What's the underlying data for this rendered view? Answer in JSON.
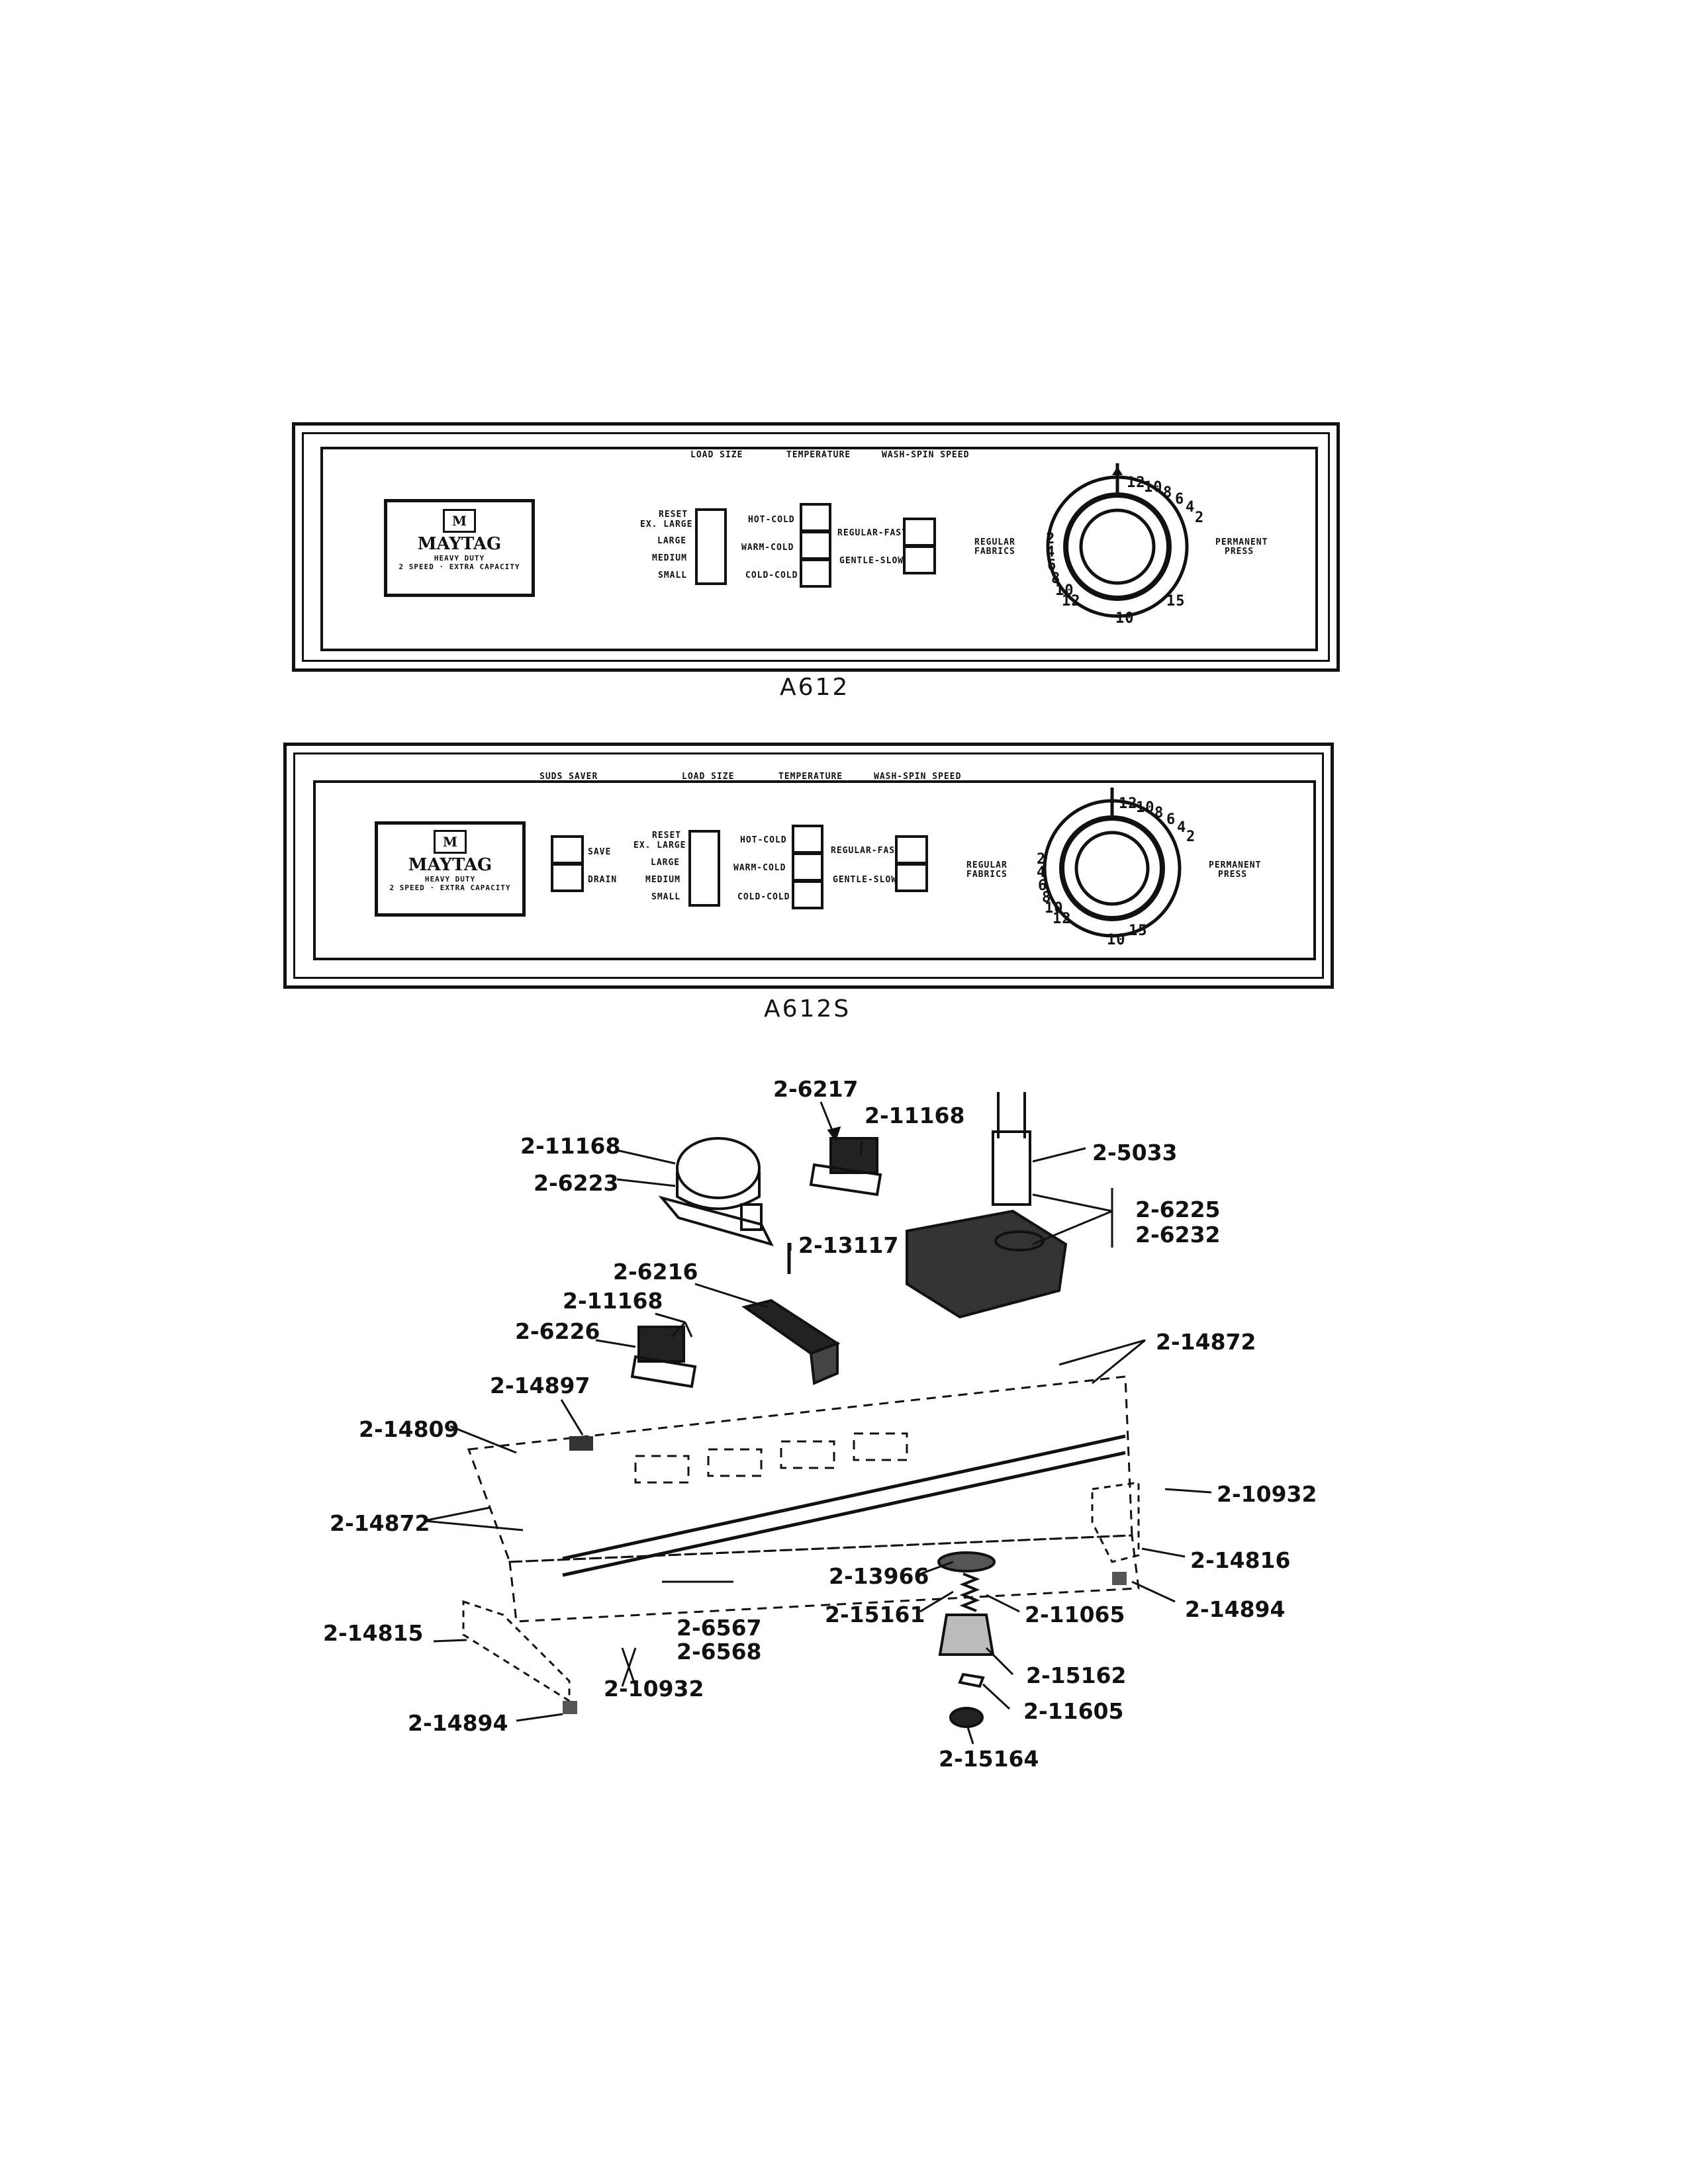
{
  "panel_a612": {
    "model": "A612",
    "headers": [
      "LOAD SIZE",
      "TEMPERATURE",
      "WASH-SPIN SPEED"
    ],
    "logo": {
      "brand": "MAYTAG",
      "line1": "HEAVY DUTY",
      "line2": "2 SPEED · EXTRA CAPACITY"
    },
    "load_sizes": [
      "RESET",
      "EX. LARGE",
      "LARGE",
      "MEDIUM",
      "SMALL"
    ],
    "temperatures": [
      "HOT-COLD",
      "WARM-COLD",
      "COLD-COLD"
    ],
    "speeds": [
      "REGULAR-FAST",
      "GENTLE-SLOW"
    ],
    "dial_left": [
      "REGULAR",
      "FABRICS"
    ],
    "dial_right": [
      "PERMANENT",
      "PRESS"
    ]
  },
  "panel_a612s": {
    "model": "A612S",
    "headers": [
      "SUDS SAVER",
      "LOAD SIZE",
      "TEMPERATURE",
      "WASH-SPIN SPEED"
    ],
    "logo": {
      "brand": "MAYTAG",
      "line1": "HEAVY DUTY",
      "line2": "2 SPEED · EXTRA CAPACITY"
    },
    "suds": [
      "SAVE",
      "DRAIN"
    ],
    "load_sizes": [
      "RESET",
      "EX. LARGE",
      "LARGE",
      "MEDIUM",
      "SMALL"
    ],
    "temperatures": [
      "HOT-COLD",
      "WARM-COLD",
      "COLD-COLD"
    ],
    "speeds": [
      "REGULAR-FAST",
      "GENTLE-SLOW"
    ],
    "dial_left": [
      "REGULAR",
      "FABRICS"
    ],
    "dial_right": [
      "PERMANENT",
      "PRESS"
    ]
  },
  "dial_numbers_top": [
    "12",
    "10",
    "8",
    "6",
    "4",
    "2"
  ],
  "dial_numbers_left": [
    "2",
    "4",
    "6",
    "8",
    "10",
    "12"
  ],
  "dial_numbers_bottom": [
    "10",
    "15"
  ],
  "callouts": {
    "c6217": "2-6217",
    "c11168a": "2-11168",
    "c11168b": "2-11168",
    "c6223": "2-6223",
    "c5033": "2-5033",
    "c6225": "2-6225",
    "c6232": "2-6232",
    "c13117": "2-13117",
    "c6216": "2-6216",
    "c11168c": "2-11168",
    "c6226": "2-6226",
    "c14872a": "2-14872",
    "c14897": "2-14897",
    "c14809": "2-14809",
    "c14872b": "2-14872",
    "c10932a": "2-10932",
    "c14816": "2-14816",
    "c13966": "2-13966",
    "c15161": "2-15161",
    "c11065": "2-11065",
    "c14894a": "2-14894",
    "c6567": "2-6567",
    "c6568": "2-6568",
    "c14815": "2-14815",
    "c15162": "2-15162",
    "c10932b": "2-10932",
    "c11605": "2-11605",
    "c14894b": "2-14894",
    "c15164": "2-15164"
  }
}
